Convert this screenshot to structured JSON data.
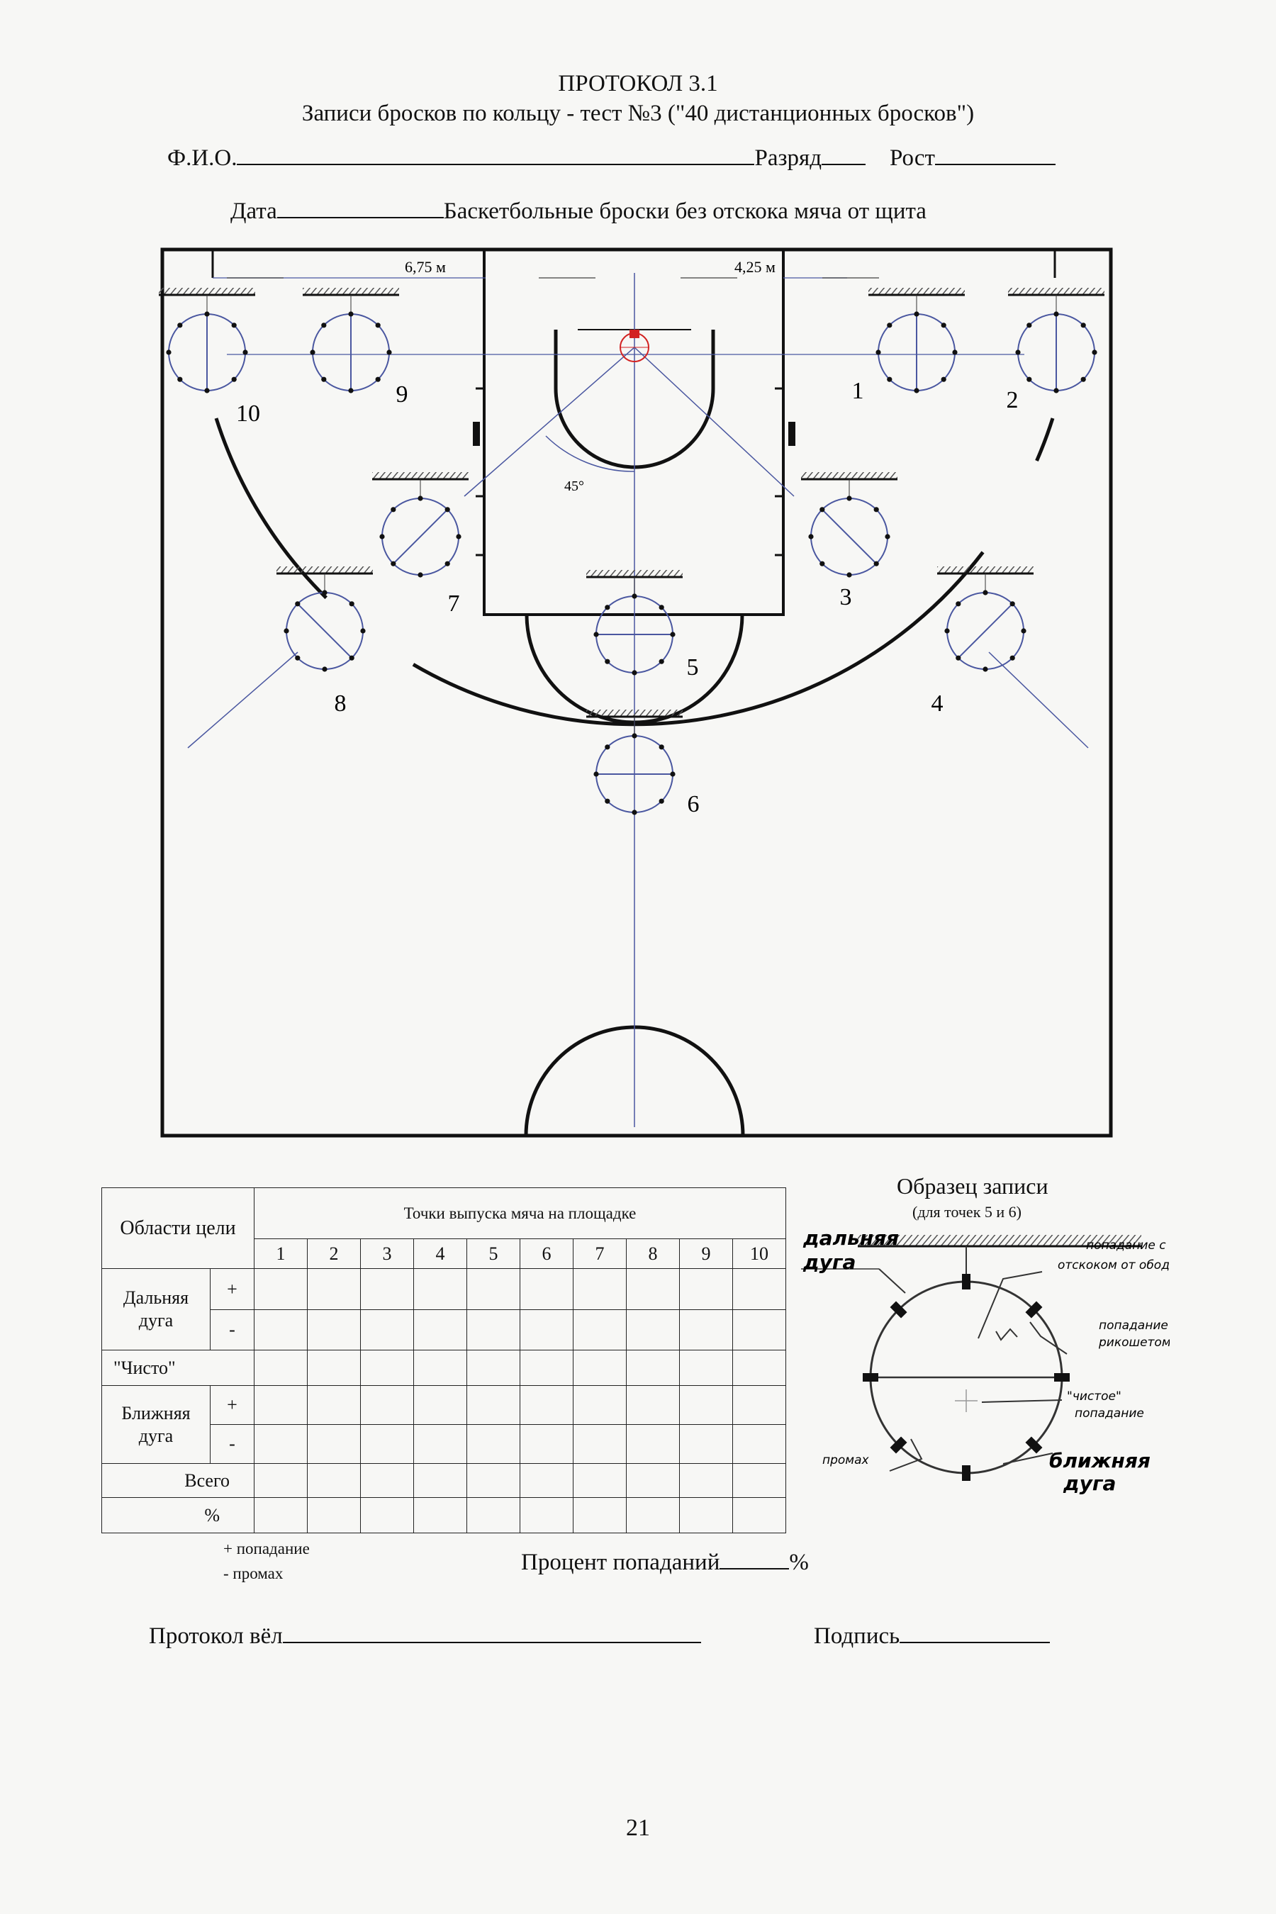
{
  "header": {
    "title": "ПРОТОКОЛ 3.1",
    "subtitle": "Записи бросков по кольцу - тест №3 (\"40 дистанционных бросков\")"
  },
  "form": {
    "fio_label": "Ф.И.О.",
    "rank_label": "Разряд",
    "height_label": "Рост",
    "date_label": "Дата",
    "task_text": "Баскетбольные броски без отскока мяча от щита"
  },
  "court": {
    "dim_left": "6,75 м",
    "dim_right": "4,25 м",
    "angle": "45°",
    "points": [
      "1",
      "2",
      "3",
      "4",
      "5",
      "6",
      "7",
      "8",
      "9",
      "10"
    ],
    "colors": {
      "line": "#111111",
      "guide": "#4a57a0",
      "ring": "#d22222"
    }
  },
  "table": {
    "header_zones": "Области цели",
    "header_points": "Точки выпуска мяча на площадке",
    "columns": [
      "1",
      "2",
      "3",
      "4",
      "5",
      "6",
      "7",
      "8",
      "9",
      "10"
    ],
    "rows": {
      "far_arc": "Дальняя дуга",
      "clean": "\"Чисто\"",
      "near_arc": "Ближняя дуга",
      "total": "Всего",
      "percent": "%",
      "plus": "+",
      "minus": "-"
    }
  },
  "legend": {
    "hit": "+ попадание",
    "miss": "- промах"
  },
  "sample": {
    "title": "Образец записи",
    "subtitle": "(для точек 5 и 6)",
    "far_arc": "дальняя дуга",
    "rim_bounce": "попадание с отскоком от обода",
    "ricochet": "попадание рикошетом",
    "clean_hit": "\"чистое\" попадание",
    "miss": "промах",
    "near_arc": "ближняя дуга"
  },
  "footer": {
    "percent_label": "Процент попаданий",
    "percent_unit": "%",
    "recorder_label": "Протокол вёл",
    "signature_label": "Подпись",
    "page_number": "21"
  }
}
